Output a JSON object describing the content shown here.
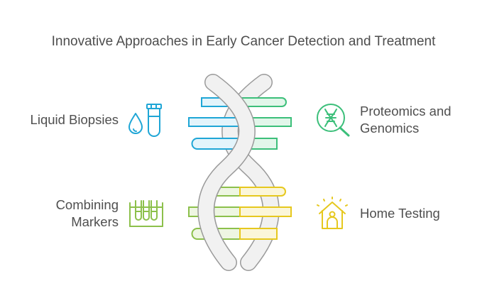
{
  "title": "Innovative Approaches in Early Cancer Detection and Treatment",
  "items": [
    {
      "label": "Liquid Biopsies",
      "icon": "test-tubes-droplet-icon",
      "color": "#1fa6d6"
    },
    {
      "label": "Proteomics and Genomics",
      "line1": "Proteomics and",
      "line2": "Genomics",
      "icon": "dna-magnifier-icon",
      "color": "#3cbf7a"
    },
    {
      "label": "Combining Markers",
      "line1": "Combining",
      "line2": "Markers",
      "icon": "test-tube-rack-icon",
      "color": "#8cc04b"
    },
    {
      "label": "Home Testing",
      "icon": "house-person-icon",
      "color": "#e6c81e"
    }
  ]
}
